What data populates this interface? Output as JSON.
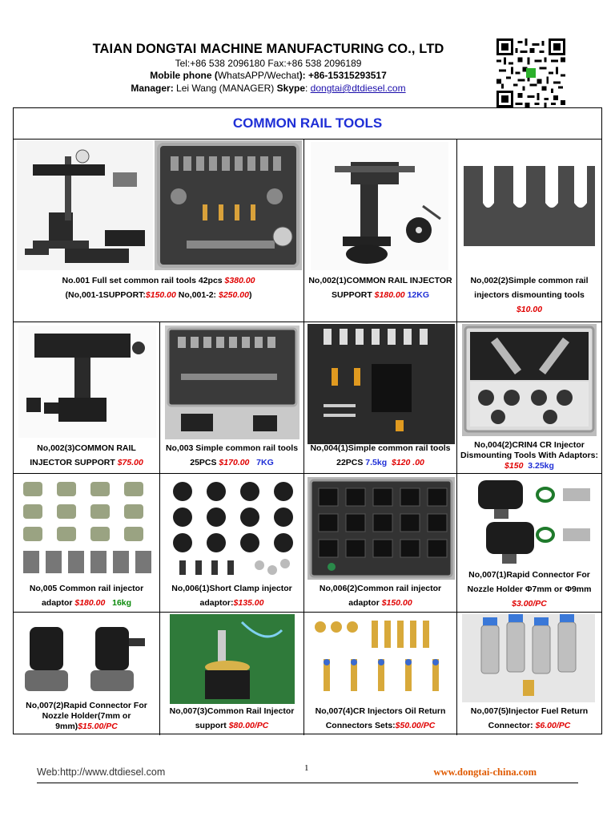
{
  "header": {
    "company": "TAIAN DONGTAI MACHINE MANUFACTURING CO., LTD",
    "tel_fax": "Tel:+86 538 2096180    Fax:+86 538 2096189",
    "mobile_label": "Mobile phone (",
    "mobile_mid": "WhatsAPP/Wechat",
    "mobile_end": "): +86-15315293517",
    "manager_label": "Manager:",
    "manager_value": " Lei Wang (MANAGER)    ",
    "skype_label": "Skype",
    "skype_sep": ": ",
    "email_user": "dongtai@d",
    "email_domain": "tdiesel.com"
  },
  "title": "COMMON RAIL TOOLS",
  "products": {
    "p001": {
      "text1": "No.001 Full set common rail tools 42pcs ",
      "price1": "$380.00",
      "text2": "(No,001-1SUPPORT:",
      "price2": "$150.00",
      "text3": "     No,001-2: ",
      "price3": "$250.00",
      "text4": ")"
    },
    "p002_1": {
      "text1": "No,002(1)COMMON RAIL INJECTOR SUPPORT ",
      "price": "$180.00",
      "weight": "12KG"
    },
    "p002_2": {
      "text1": "No,002(2)Simple common rail injectors dismounting tools",
      "price": "$10.00"
    },
    "p002_3": {
      "text1": "No,002(3)COMMON RAIL INJECTOR SUPPORT ",
      "price": "$75.00"
    },
    "p003": {
      "text1": "No,003 Simple common rail tools  25PCS ",
      "price": "$170.00",
      "weight": "7KG"
    },
    "p004_1": {
      "text1": "No,004(1)Simple common rail tools 22PCS ",
      "weight": "7.5kg",
      "price": "$120 .00"
    },
    "p004_2": {
      "text1": "No,004(2)CRIN4 CR Injector Dismounting Tools With Adaptors: ",
      "price": "$150",
      "weight": "3.25kg"
    },
    "p005": {
      "text1": "No,005 Common rail injector adaptor ",
      "price": "$180.00",
      "weight": "16kg"
    },
    "p006_1": {
      "text1": "No,006(1)Short Clamp injector adaptor:",
      "price": "$135.00"
    },
    "p006_2": {
      "text1": "No,006(2)Common rail injector adaptor ",
      "price": "$150.00"
    },
    "p007_1": {
      "text1": "No,007(1)Rapid Connector For Nozzle Holder Φ7mm or Φ9mm",
      "price": "$3.00/PC"
    },
    "p007_2": {
      "text1": "No,007(2)Rapid Connector For Nozzle Holder(7mm or 9mm)",
      "price": "$15.00/PC"
    },
    "p007_3": {
      "text1": "No,007(3)Common Rail Injector support ",
      "price": "$80.00/PC"
    },
    "p007_4": {
      "text1": "No,007(4)CR Injectors Oil Return Connectors Sets:",
      "price": "$50.00/PC"
    },
    "p007_5": {
      "text1": "No,007(5)Injector Fuel Return Connector: ",
      "price": "$6.00/PC"
    }
  },
  "footer": {
    "web_label": "Web:",
    "web_url": "http://www.dtdiesel.com",
    "page": "1",
    "site": "www.dongtai-china.com"
  },
  "colors": {
    "title_blue": "#1f2fd6",
    "price_red": "#e00000",
    "site_orange": "#e05a00"
  }
}
